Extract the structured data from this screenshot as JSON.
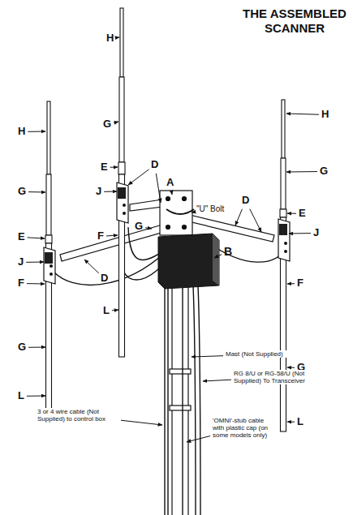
{
  "diagram": {
    "title": "THE ASSEMBLED SCANNER",
    "labels": [
      "H",
      "G",
      "E",
      "J",
      "D",
      "F",
      "A",
      "\"U\" Bolt",
      "G",
      "B",
      "L",
      "H",
      "G",
      "E",
      "J",
      "D",
      "F",
      "G",
      "L",
      "H",
      "G",
      "E",
      "D",
      "J",
      "F",
      "G",
      "L",
      "Mast (Not Supplied)",
      "RG 8/U or RG-58/U (Not Supplied) To Transceiver",
      "3 or 4 wire cable (Not Supplied) to control box",
      "'OMNI'-stub cable with plastic cap (on some models only)"
    ]
  }
}
